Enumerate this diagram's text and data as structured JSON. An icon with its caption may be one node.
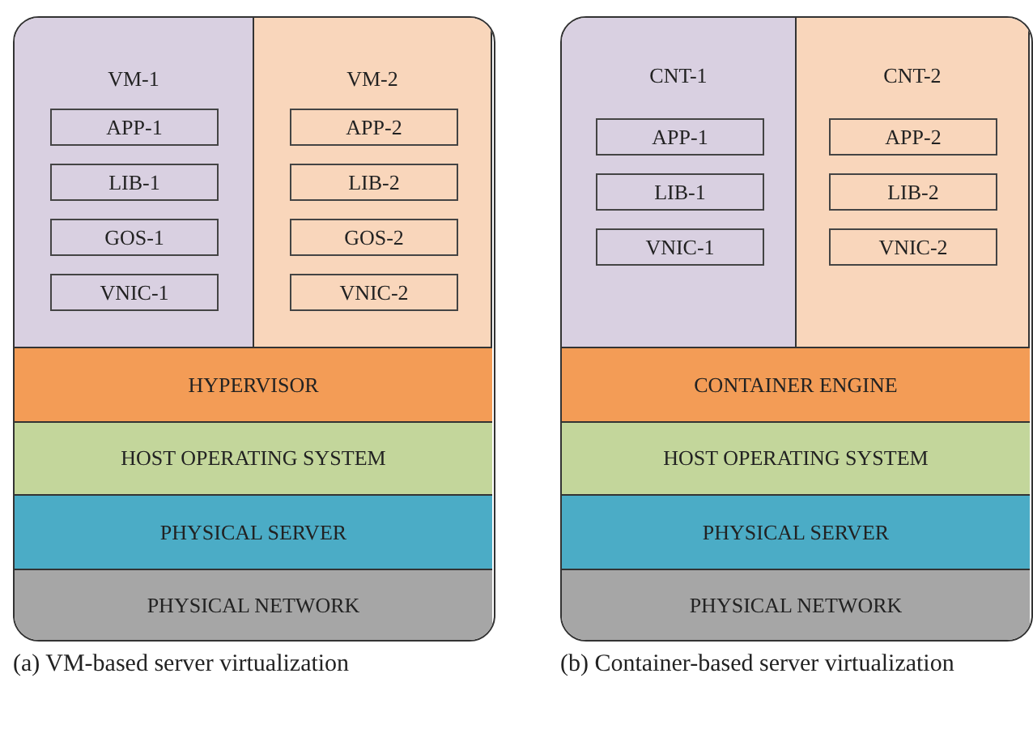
{
  "diagram": {
    "nodes": [
      {
        "text": [
          "VM-1"
        ]
      },
      {
        "text": [
          "APP-1"
        ],
        "in": 0
      },
      {
        "text": [
          "LIB-1"
        ],
        "in": 0
      },
      {
        "text": [
          "GOS-1"
        ],
        "in": 0
      },
      {
        "text": [
          "VNIC-1"
        ],
        "in": 0
      },
      {
        "text": [
          "VM-2"
        ]
      },
      {
        "text": [
          "APP-2"
        ],
        "in": 5
      },
      {
        "text": [
          "LIB-2"
        ],
        "in": 5
      },
      {
        "text": [
          "GOS-2"
        ],
        "in": 5
      },
      {
        "text": [
          "VNIC-2"
        ],
        "in": 5
      },
      {
        "text": [
          "HYPERVISOR"
        ]
      },
      {
        "text": [
          "HOST OPERATING SYSTEM"
        ]
      },
      {
        "text": [
          "PHYSICAL SERVER"
        ]
      },
      {
        "text": [
          "PHYSICAL NETWORK"
        ]
      },
      {
        "text": [
          "CNT-1"
        ]
      },
      {
        "text": [
          "APP-1"
        ],
        "in": 14
      },
      {
        "text": [
          "LIB-1"
        ],
        "in": 14
      },
      {
        "text": [
          "VNIC-1"
        ],
        "in": 14
      },
      {
        "text": [
          "CNT-2"
        ]
      },
      {
        "text": [
          "APP-2"
        ],
        "in": 18
      },
      {
        "text": [
          "LIB-2"
        ],
        "in": 18
      },
      {
        "text": [
          "VNIC-2"
        ],
        "in": 18
      },
      {
        "text": [
          "CONTAINER ENGINE"
        ]
      },
      {
        "text": [
          "HOST OPERATING SYSTEM"
        ]
      },
      {
        "text": [
          "PHYSICAL SERVER"
        ]
      },
      {
        "text": [
          "PHYSICAL NETWORK"
        ]
      }
    ],
    "edges": [],
    "labels": [
      "(a) VM-based server virtualization",
      "(b) Container-based server virtualization"
    ]
  }
}
